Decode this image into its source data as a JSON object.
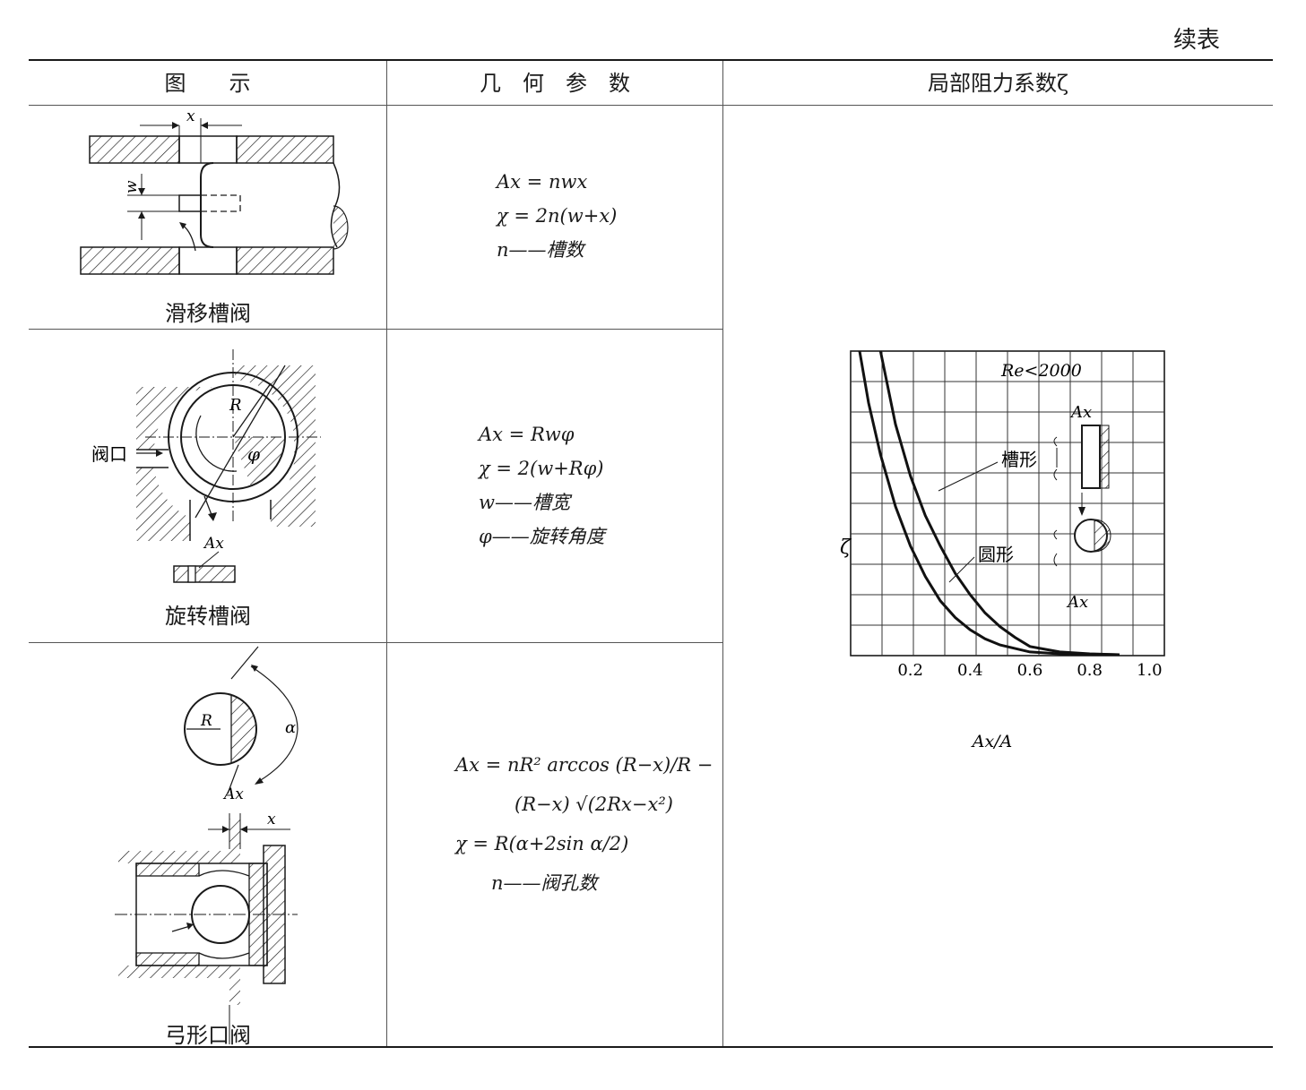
{
  "page": {
    "continued_label": "续表"
  },
  "table": {
    "headers": [
      "图　　示",
      "几　何　参　数",
      "局部阻力系数ζ"
    ],
    "rows": [
      {
        "caption": "滑移槽阀",
        "figure_labels": {
          "x": "x",
          "w": "w"
        },
        "params": [
          "Ax = nwx",
          "χ = 2n(w+x)",
          "n——槽数"
        ]
      },
      {
        "caption": "旋转槽阀",
        "figure_labels": {
          "port": "阀口",
          "R": "R",
          "phi": "φ",
          "Ax": "Ax"
        },
        "params": [
          "Ax = Rwφ",
          "χ = 2(w+Rφ)",
          "w——槽宽",
          "φ——旋转角度"
        ]
      },
      {
        "caption": "弓形口阀",
        "figure_labels": {
          "R": "R",
          "alpha": "α",
          "Ax": "Ax",
          "x": "x"
        },
        "params": [
          "Ax = nR² arccos (R−x)/R −",
          "(R−x) √(2Rx−x²)",
          "χ = R(α+2sin α/2)",
          "n——阀孔数"
        ]
      }
    ]
  },
  "chart_data": {
    "type": "line",
    "ylabel": "ζ",
    "xlabel": "Ax/A",
    "annotation": "Re<2000",
    "xticks": [
      "0.2",
      "0.4",
      "0.6",
      "0.8",
      "1.0"
    ],
    "xlim": [
      0,
      1.05
    ],
    "ylim": [
      0,
      10
    ],
    "grid": true,
    "series": [
      {
        "name": "槽形",
        "x": [
          0.1,
          0.15,
          0.2,
          0.25,
          0.3,
          0.35,
          0.4,
          0.45,
          0.5,
          0.55,
          0.6,
          0.7,
          0.8,
          0.9
        ],
        "y": [
          10,
          7.6,
          5.9,
          4.6,
          3.6,
          2.7,
          2.0,
          1.4,
          0.95,
          0.6,
          0.3,
          0.12,
          0.06,
          0.03
        ]
      },
      {
        "name": "圆形",
        "x": [
          0.03,
          0.06,
          0.1,
          0.15,
          0.2,
          0.25,
          0.3,
          0.35,
          0.4,
          0.45,
          0.5,
          0.6,
          0.7,
          0.9
        ],
        "y": [
          10,
          8.3,
          6.6,
          4.9,
          3.6,
          2.6,
          1.8,
          1.25,
          0.85,
          0.55,
          0.35,
          0.12,
          0.06,
          0.03
        ]
      }
    ],
    "inset_labels": [
      "Ax",
      "Ax"
    ]
  }
}
